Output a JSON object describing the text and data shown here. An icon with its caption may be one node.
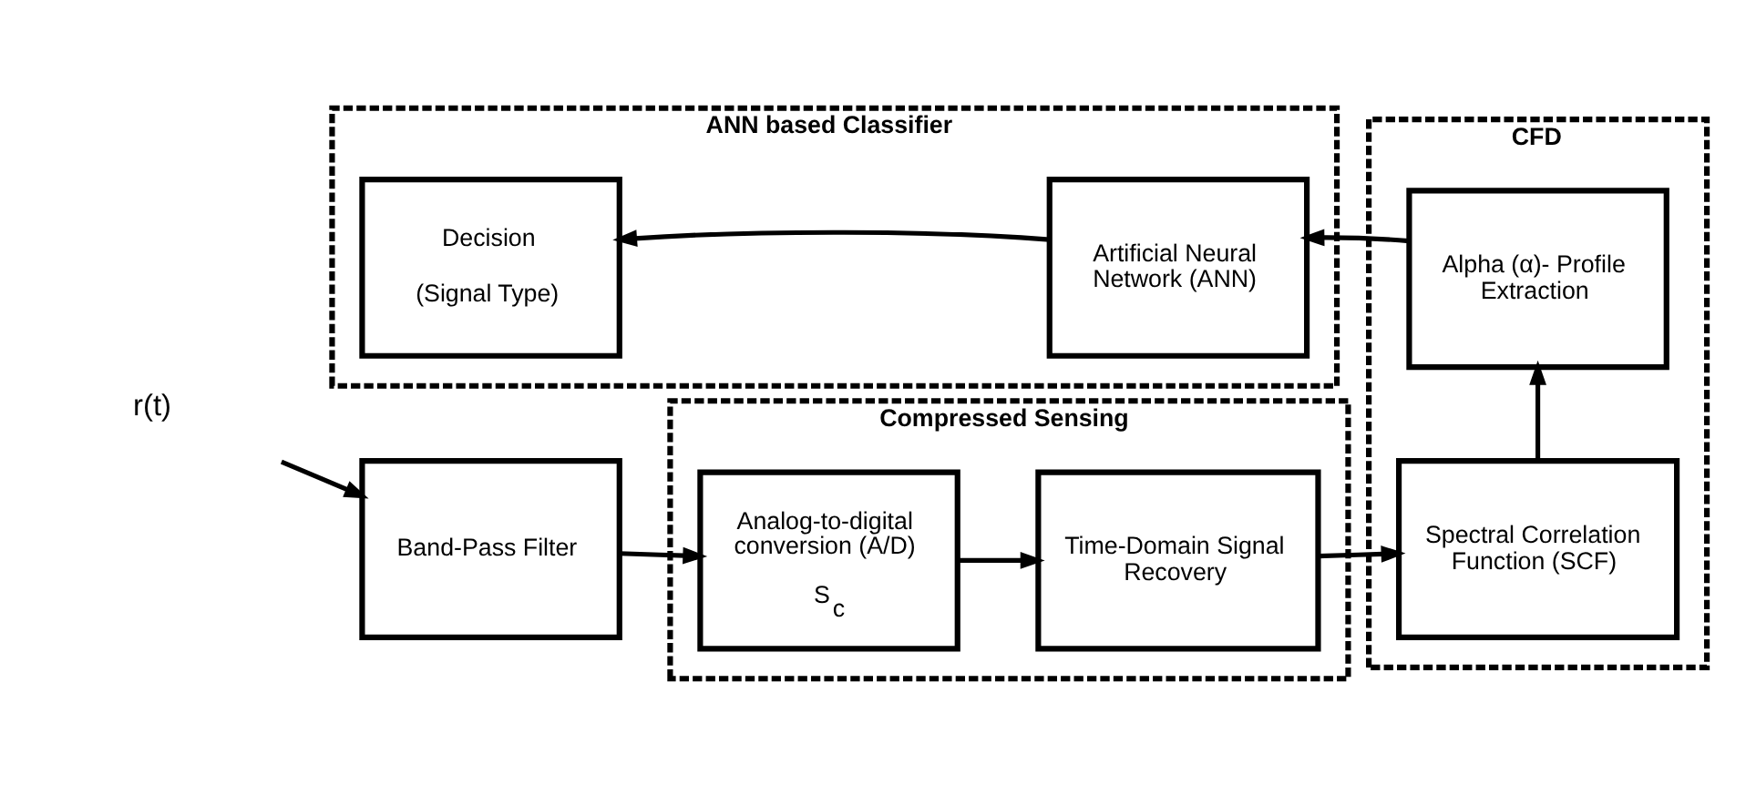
{
  "diagram": {
    "nodes": [
      {
        "text": [
          "r(t)"
        ]
      },
      {
        "text": [
          "Band-Pass Filter"
        ]
      },
      {
        "text": [
          "Compressed Sensing"
        ]
      },
      {
        "text": [
          "Analog-to-digital conversion (A/D)",
          "S$_{c}$"
        ],
        "in": 2
      },
      {
        "text": [
          "Time-Domain Signal Recovery"
        ],
        "in": 2
      },
      {
        "text": [
          "CFD"
        ]
      },
      {
        "text": [
          "Spectral Correlation Function (SCF)"
        ],
        "in": 5
      },
      {
        "text": [
          "Alpha (α)- Profile Extraction"
        ],
        "in": 5
      },
      {
        "text": [
          "ANN based Classifier"
        ]
      },
      {
        "text": [
          "Artificial Neural Network (ANN)"
        ],
        "in": 8
      },
      {
        "text": [
          "Decision",
          "(Signal Type)"
        ],
        "in": 8
      }
    ],
    "edges": [
      {
        "from": 0,
        "to": 1,
        "arrow": "to"
      },
      {
        "from": 1,
        "to": 3,
        "arrow": "to"
      },
      {
        "from": 3,
        "to": 4,
        "arrow": "to"
      },
      {
        "from": 4,
        "to": 6,
        "arrow": "to"
      },
      {
        "from": 6,
        "to": 7,
        "arrow": "to"
      },
      {
        "from": 7,
        "to": 9,
        "arrow": "to"
      },
      {
        "from": 9,
        "to": 10,
        "arrow": "to"
      }
    ]
  }
}
